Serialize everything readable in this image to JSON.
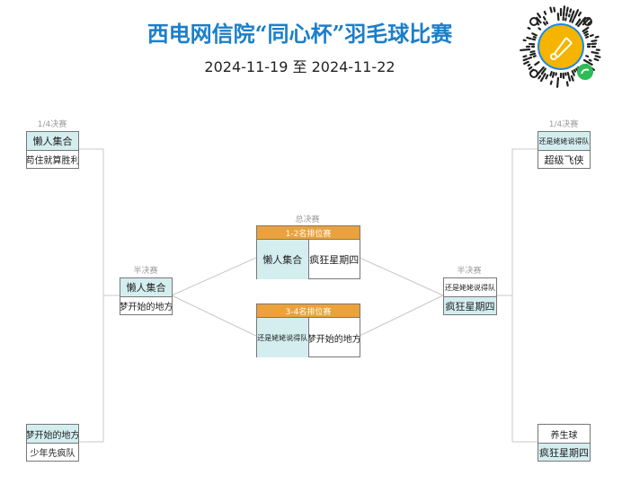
{
  "header": {
    "title": "西电网信院“同心杯”羽毛球比赛",
    "date_range": "2024-11-19 至 2024-11-22",
    "qr_icon": "wechat-mini-program-code-badminton"
  },
  "rounds": {
    "quarter": "1/4决赛",
    "semi": "半决赛",
    "final": "总决赛"
  },
  "left": {
    "qf_top": {
      "winner": "懒人集合",
      "loser": "苟住就算胜利"
    },
    "qf_bottom": {
      "winner": "梦开始的地方",
      "loser": "少年先疯队"
    },
    "semi": {
      "winner": "懒人集合",
      "loser": "梦开始的地方"
    }
  },
  "right": {
    "qf_top": {
      "winner": "还是姥姥说得队",
      "loser": "超级飞侠"
    },
    "qf_bottom": {
      "winner": "疯狂星期四",
      "loser": "养生球"
    },
    "semi": {
      "loser": "还是姥姥说得队",
      "winner": "疯狂星期四"
    }
  },
  "finals": {
    "first": {
      "title": "1-2名排位赛",
      "a": "懒人集合",
      "b": "疯狂星期四"
    },
    "third": {
      "title": "3-4名排位赛",
      "a": "还是姥姥说得队",
      "b": "梦开始的地方"
    }
  },
  "colors": {
    "title": "#1b7fc9",
    "winner_bg": "#d4eef0",
    "final_header": "#eba23a"
  }
}
